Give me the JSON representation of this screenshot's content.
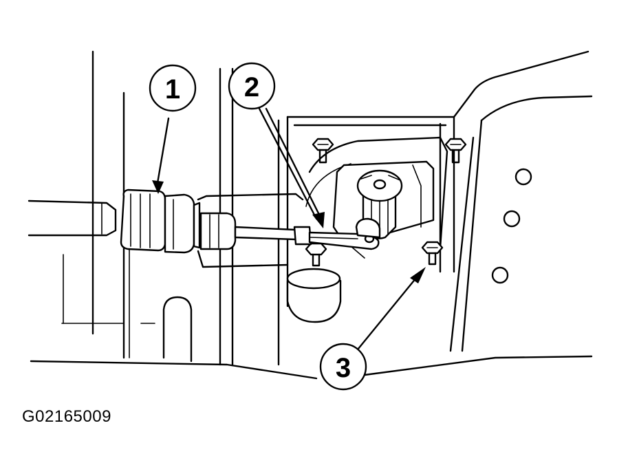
{
  "callouts": [
    {
      "label": "1"
    },
    {
      "label": "2"
    },
    {
      "label": "3"
    }
  ],
  "figure_code": "G02165009"
}
